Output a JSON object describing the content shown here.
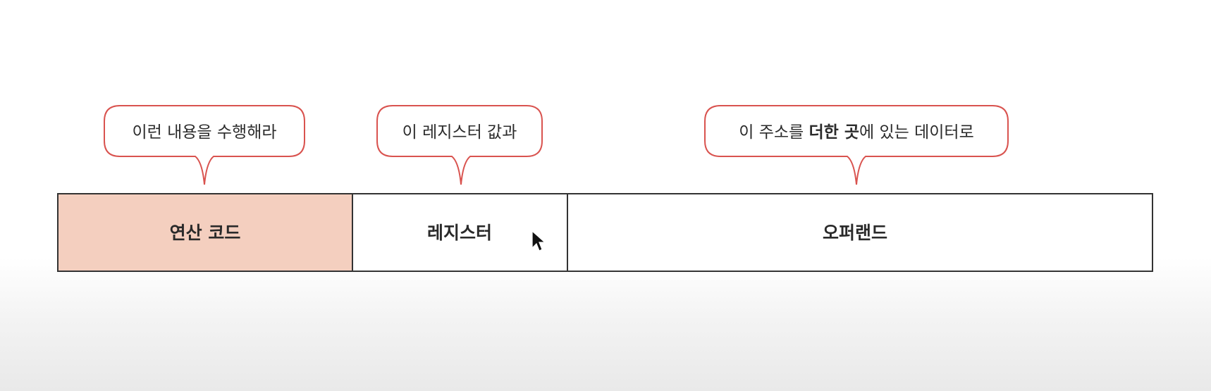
{
  "diagram": {
    "fields": [
      {
        "label": "연산 코드",
        "fill": "#f4cfbf"
      },
      {
        "label": "레지스터",
        "fill": "#ffffff"
      },
      {
        "label": "오퍼랜드",
        "fill": "#ffffff"
      }
    ],
    "callouts": [
      {
        "text": "이런 내용을 수행해라"
      },
      {
        "text": "이 레지스터 값과"
      },
      {
        "text_before": "이 주소를 ",
        "text_bold": "더한 곳",
        "text_after": "에 있는 데이터로"
      }
    ],
    "colors": {
      "callout_border": "#d9534f",
      "field_border": "#333333",
      "opcode_fill": "#f4cfbf"
    }
  }
}
